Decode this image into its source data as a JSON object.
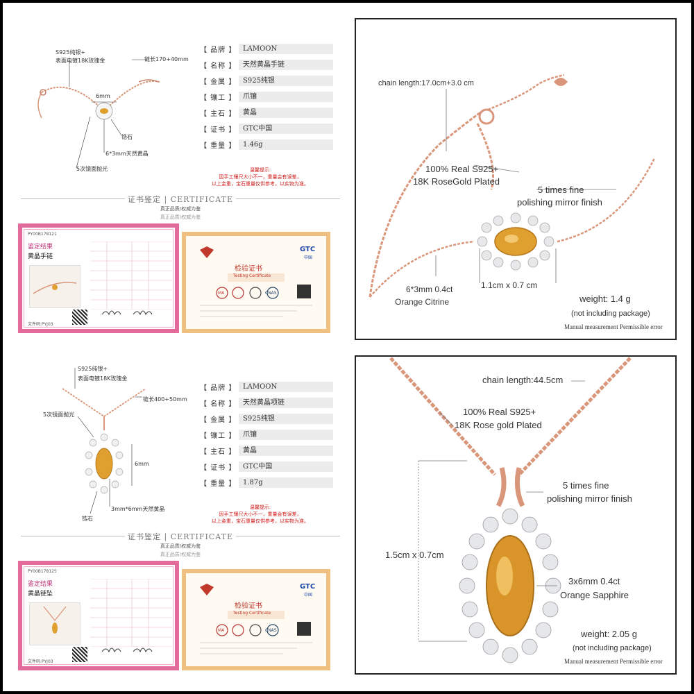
{
  "top_left": {
    "callouts": {
      "s925": "S925纯银+",
      "plating": "表面电镀18K玫瑰金",
      "chain": "链长170+40mm",
      "width": "6mm",
      "zircon": "锆石",
      "citrine": "6*3mm天然黄晶",
      "polish": "5次镜面抛光"
    },
    "specs": [
      {
        "key": "【 品牌 】",
        "value": "LAMOON"
      },
      {
        "key": "【 名称 】",
        "value": "天然黄晶手链"
      },
      {
        "key": "【 金属 】",
        "value": "S925纯银"
      },
      {
        "key": "【 镶工 】",
        "value": "爪镶"
      },
      {
        "key": "【 主石 】",
        "value": "黄晶"
      },
      {
        "key": "【 证书 】",
        "value": "GTC中国"
      },
      {
        "key": "【 重量 】",
        "value": "1.46g"
      }
    ],
    "notice_title": "温馨提示:",
    "notice_line1": "因手工镶尺大小不一，重量会有误差，",
    "notice_line2": "以上金重，宝石重量仅供参考，以实物为准。",
    "cert_heading": "证书鉴定",
    "cert_heading_en": "CERTIFICATE",
    "cert_sub1": "真正品质/权威为鉴",
    "cert_sub2": "真正品质/权威为鉴",
    "pink_cert": {
      "number": "PY00B178121",
      "title": "鉴定结果",
      "item": "黄晶手链",
      "file": "文件码:PYJ03"
    }
  },
  "top_right": {
    "chain_length": "chain length:17.0cm+3.0 cm",
    "metal_line1": "100% Real S925+",
    "metal_line2": "18K RoseGold Plated",
    "polish_line1": "5 times fine",
    "polish_line2": "polishing mirror finish",
    "stone_line1": "6*3mm 0.4ct",
    "stone_line2": "Orange Citrine",
    "size": "1.1cm x 0.7 cm",
    "weight": "weight:  1.4  g",
    "package_note": "(not including package)",
    "error_note": "Manual measurement Permissible error"
  },
  "bottom_left": {
    "callouts": {
      "s925": "S925纯银+",
      "plating": "表面电镀18K玫瑰金",
      "chain": "链长400+50mm",
      "polish": "5次镜面抛光",
      "height": "6mm",
      "citrine": "3mm*6mm天然黄晶",
      "zircon": "锆石"
    },
    "specs": [
      {
        "key": "【 品牌 】",
        "value": "LAMOON"
      },
      {
        "key": "【 名称 】",
        "value": "天然黄晶项链"
      },
      {
        "key": "【 金属 】",
        "value": "S925纯银"
      },
      {
        "key": "【 镶工 】",
        "value": "爪镶"
      },
      {
        "key": "【 主石 】",
        "value": "黄晶"
      },
      {
        "key": "【 证书 】",
        "value": "GTC中国"
      },
      {
        "key": "【 重量 】",
        "value": "1.87g"
      }
    ],
    "notice_title": "温馨提示:",
    "notice_line1": "因手工镶尺大小不一，重量会有误差，",
    "notice_line2": "以上金重，宝石重量仅供参考，以实物为准。",
    "cert_heading": "证书鉴定",
    "cert_heading_en": "CERTIFICATE",
    "cert_sub1": "真正品质/权威为鉴",
    "cert_sub2": "真正品质/权威为鉴",
    "pink_cert": {
      "number": "PY00B178125",
      "title": "鉴定结果",
      "item": "黄晶链坠",
      "file": "文件码:PYJ03"
    }
  },
  "bottom_right": {
    "chain_length": "chain length:44.5cm",
    "metal_line1": "100% Real S925+",
    "metal_line2": "18K Rose gold Plated",
    "polish_line1": "5 times fine",
    "polish_line2": "polishing mirror finish",
    "size": "1.5cm x 0.7cm",
    "stone_line1": "3x6mm 0.4ct",
    "stone_line2": "Orange Sapphire",
    "weight": "weight: 2.05 g",
    "package_note": "(not including package)",
    "error_note": "Manual measurement Permissible error"
  },
  "gtc_cert": {
    "logo": "GTC",
    "logo_sub": "中国",
    "title": "检验证书",
    "subtitle": "Testing Certificate",
    "badges": [
      "MA",
      "CNAS"
    ]
  },
  "colors": {
    "rose_gold": "#d9967a",
    "citrine": "#e0a030",
    "pink_border": "#e36a9b",
    "notice_red": "#d01a1a"
  }
}
